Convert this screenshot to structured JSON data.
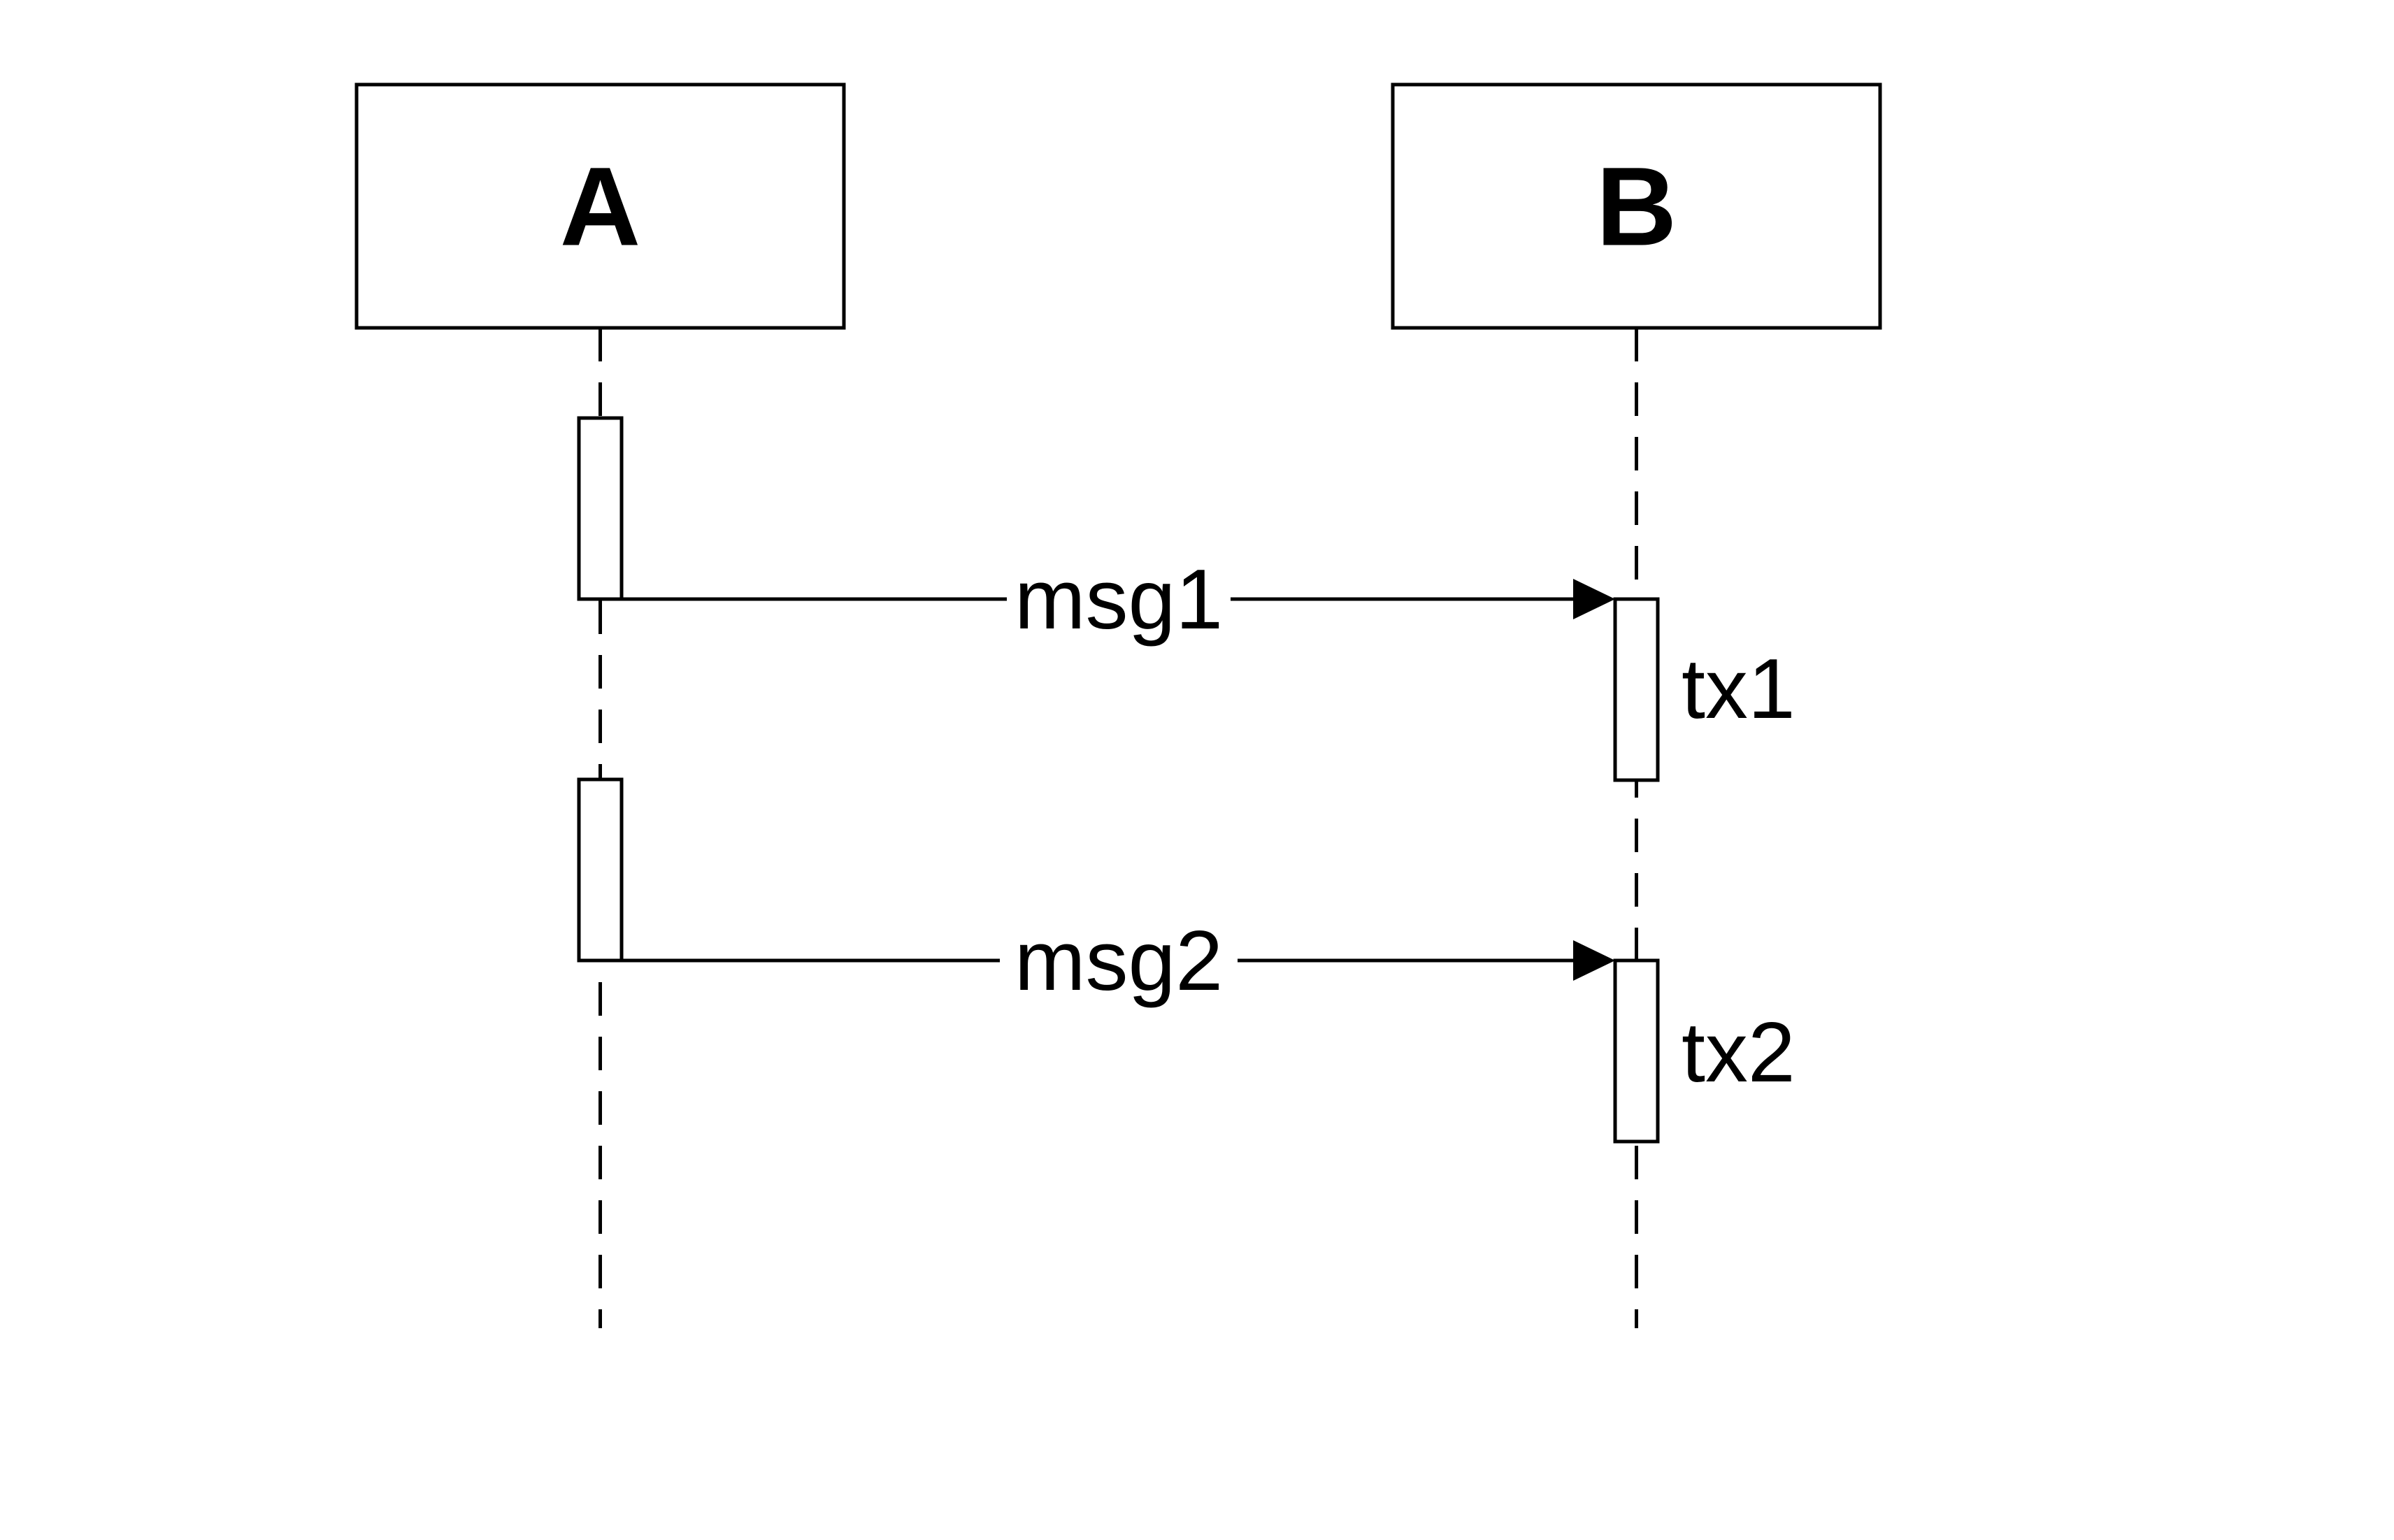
{
  "participants": [
    {
      "id": "A",
      "label": "A"
    },
    {
      "id": "B",
      "label": "B"
    }
  ],
  "messages": [
    {
      "from": "A",
      "to": "B",
      "label": "msg1"
    },
    {
      "from": "A",
      "to": "B",
      "label": "msg2"
    }
  ],
  "activations": [
    {
      "participant": "B",
      "label": "tx1"
    },
    {
      "participant": "B",
      "label": "tx2"
    }
  ],
  "colors": {
    "stroke": "#000000",
    "fill": "#ffffff",
    "text": "#000000"
  }
}
